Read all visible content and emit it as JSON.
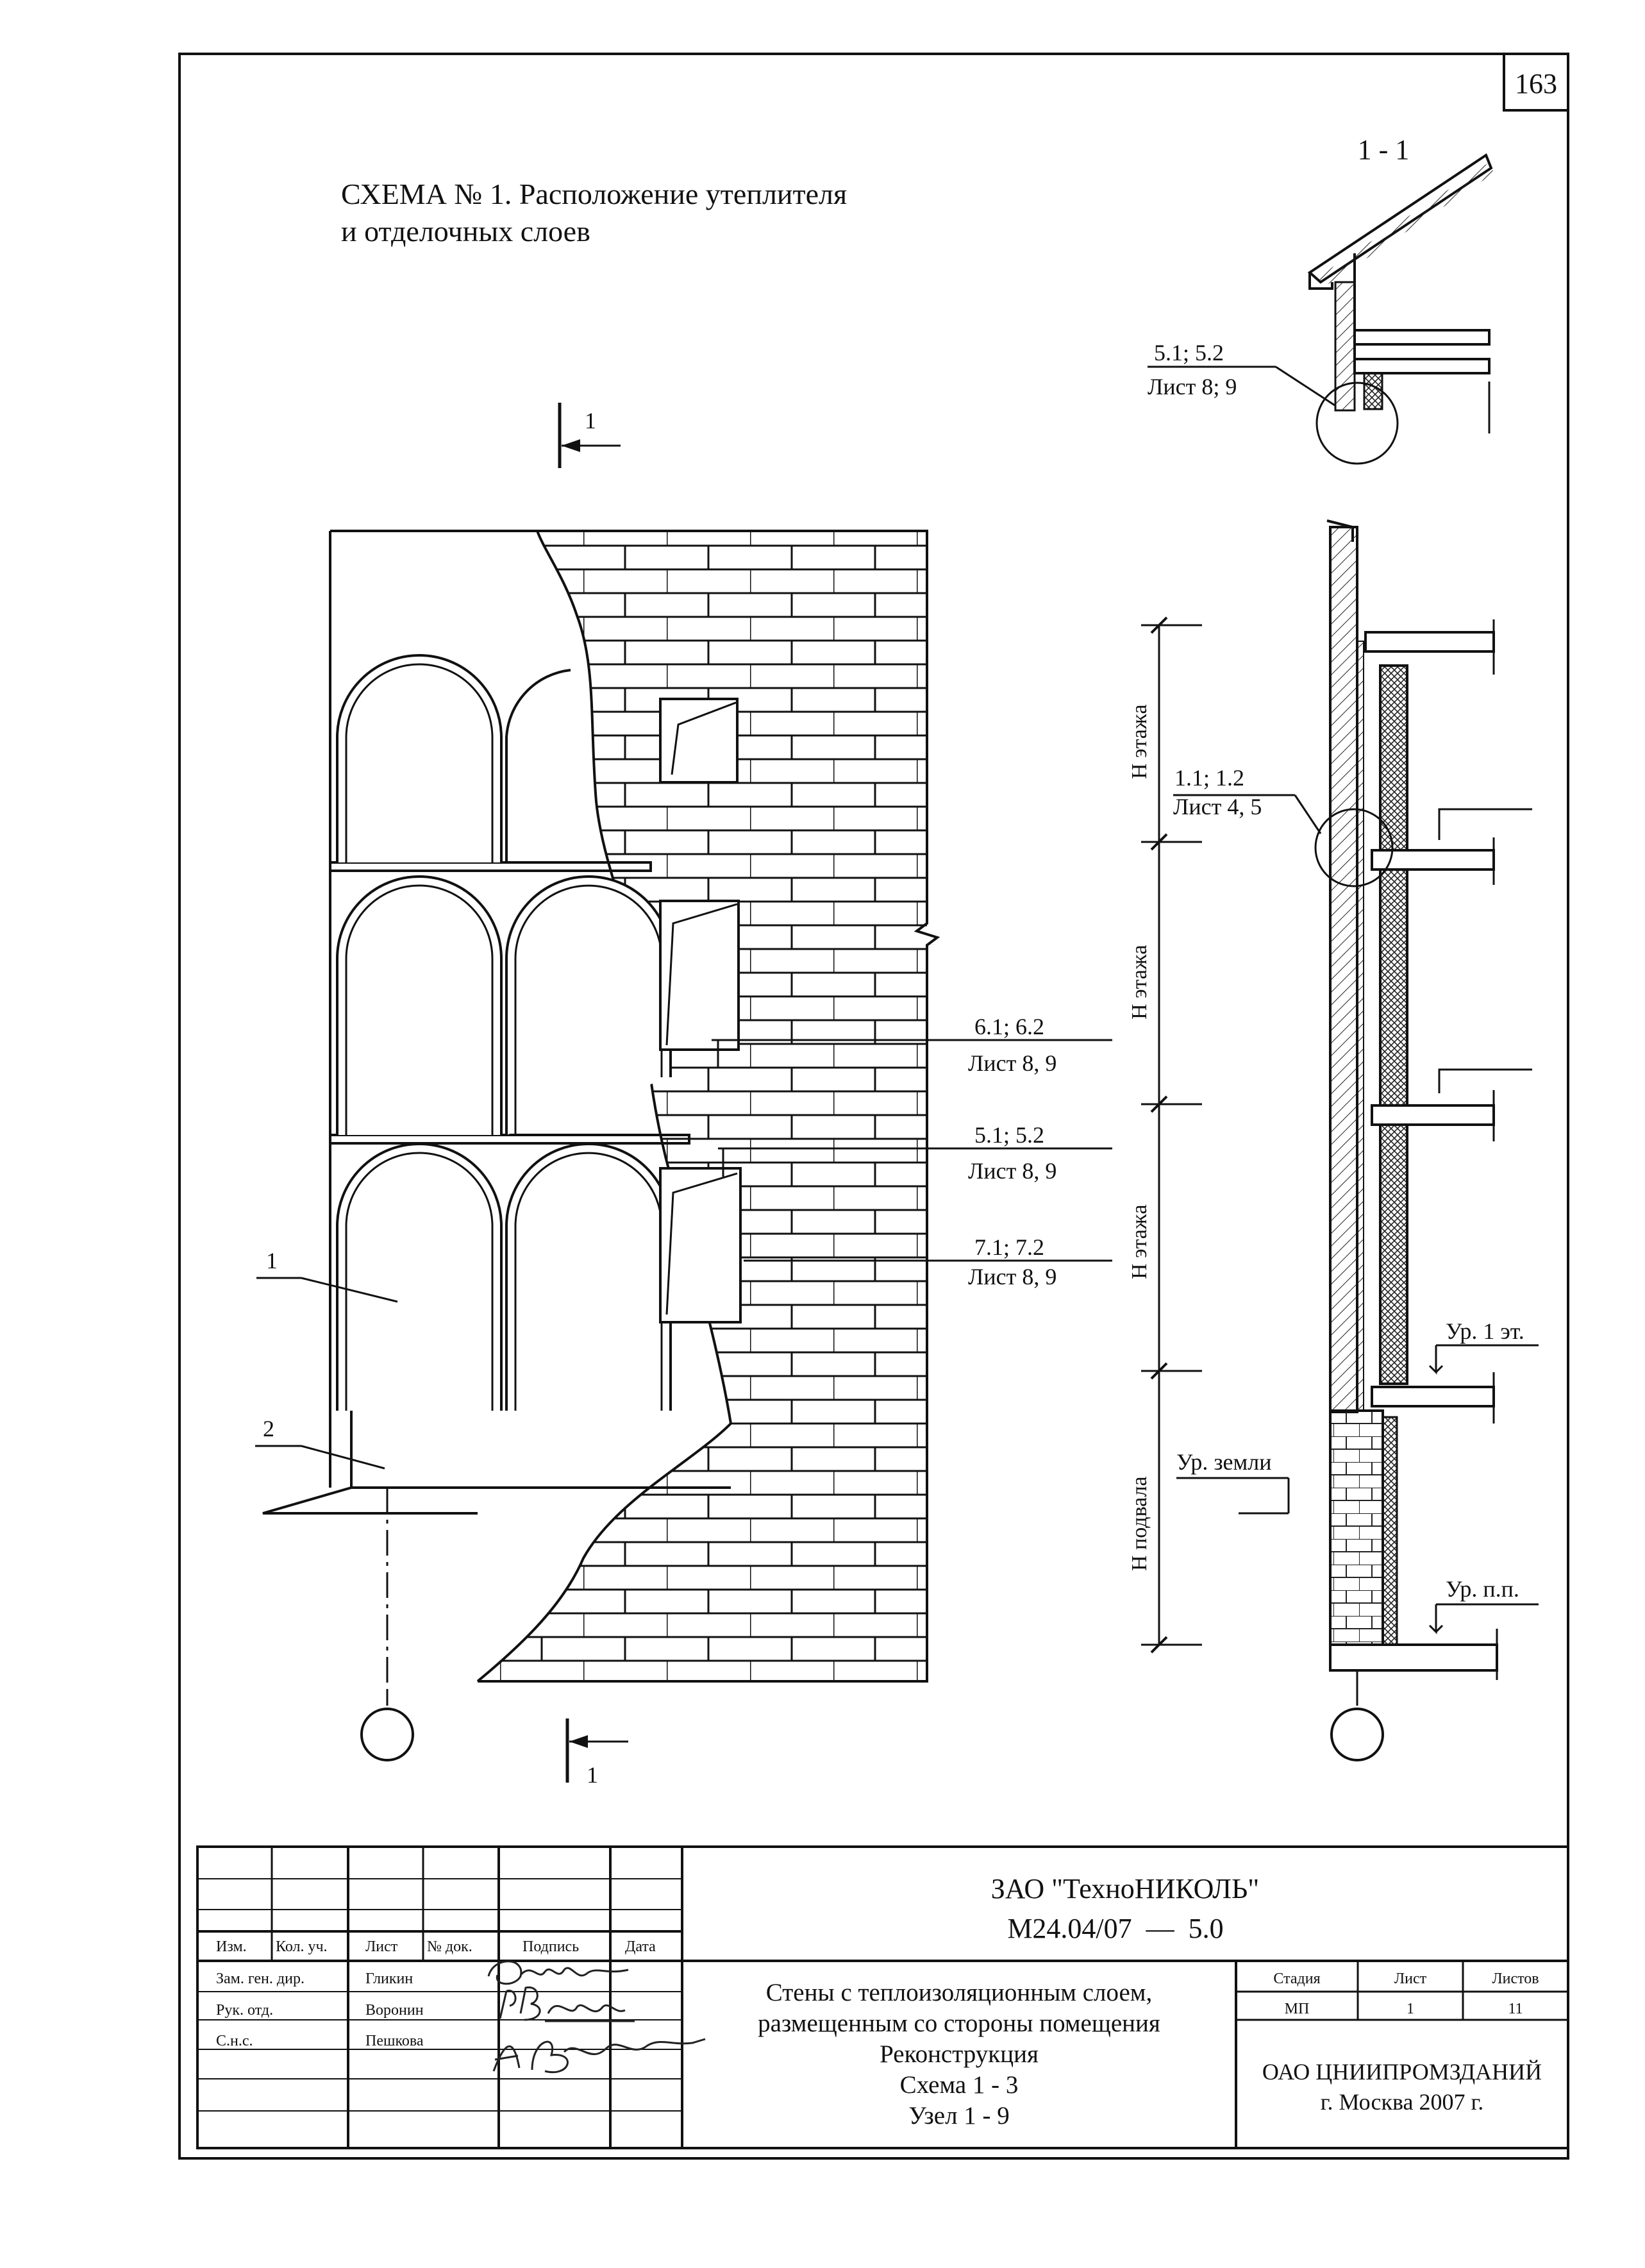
{
  "sheet": {
    "page_number": "163",
    "title_line1": "СХЕМА № 1. Расположение утеплителя",
    "title_line2": "и отделочных слоев"
  },
  "section": {
    "name": "1 - 1",
    "cut_mark_top": "1",
    "cut_mark_bottom": "1"
  },
  "callouts": {
    "top_ref": "5.1; 5.2",
    "top_sheet": "Лист 8; 9",
    "wall_ref": "1.1; 1.2",
    "wall_sheet": "Лист 4, 5",
    "c6_ref": "6.1; 6.2",
    "c6_sheet": "Лист 8, 9",
    "c5_ref": "5.1; 5.2",
    "c5_sheet": "Лист 8, 9",
    "c7_ref": "7.1; 7.2",
    "c7_sheet": "Лист 8, 9"
  },
  "positions": {
    "p1": "1",
    "p2": "2"
  },
  "dimensions": {
    "floor1": "Н этажа",
    "floor2": "Н этажа",
    "floor3": "Н этажа",
    "basement": "Н подвала"
  },
  "levels": {
    "first_floor": "Ур. 1 эт.",
    "ground": "Ур. земли",
    "basement_floor": "Ур. п.п."
  },
  "title_block": {
    "headers": {
      "izm": "Изм.",
      "kol_uch": "Кол. уч.",
      "list": "Лист",
      "n_dok": "№ док.",
      "podpis": "Подпись",
      "data": "Дата"
    },
    "roles": [
      {
        "role": "Зам. ген. дир.",
        "name": "Гликин"
      },
      {
        "role": "Рук. отд.",
        "name": "Воронин"
      },
      {
        "role": "С.н.с.",
        "name": "Пешкова"
      }
    ],
    "company": "ЗАО \"ТехноНИКОЛЬ\"",
    "code": "М24.04/07  —  5.0",
    "description": [
      "Стены с теплоизоляционным слоем,",
      "размещенным со стороны помещения",
      "Реконструкция",
      "Схема 1 - 3",
      "Узел 1 - 9"
    ],
    "stage_header": "Стадия",
    "sheet_header": "Лист",
    "sheets_header": "Листов",
    "stage_value": "МП",
    "sheet_value": "1",
    "sheets_value": "11",
    "organization": "ОАО ЦНИИПРОМЗДАНИЙ",
    "city_year": "г. Москва 2007 г."
  }
}
